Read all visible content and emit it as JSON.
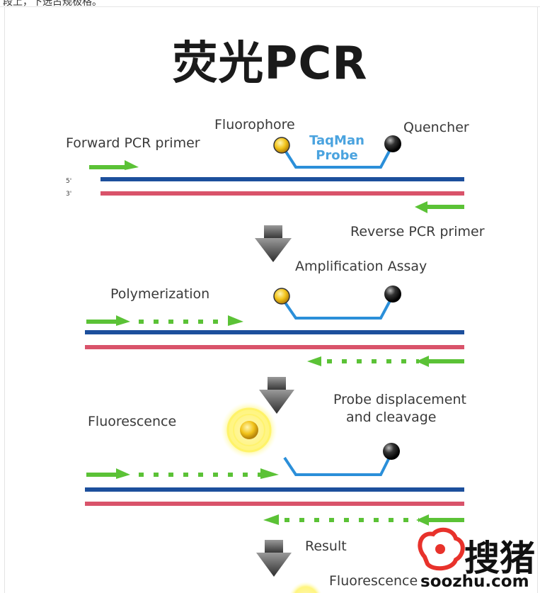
{
  "page": {
    "top_cut_text": "段上，下选占规极格。",
    "title": "荧光PCR"
  },
  "diagram": {
    "stage1": {
      "fluorophore": "Fluorophore",
      "quencher": "Quencher",
      "probe_line1": "TaqMan",
      "probe_line2": "Probe",
      "forward_primer": "Forward PCR primer",
      "reverse_primer": "Reverse PCR primer",
      "strand_5": "5'",
      "strand_3": "3'"
    },
    "stage2": {
      "step": "Amplification Assay",
      "polymerization": "Polymerization"
    },
    "stage3": {
      "step_line1": "Probe displacement",
      "step_line2": "and cleavage",
      "fluorescence": "Fluorescence"
    },
    "stage4": {
      "result": "Result",
      "fluorescence": "Fluorescence"
    }
  },
  "watermark": {
    "cn_text": "搜猪",
    "url": "soozhu.com"
  },
  "colors": {
    "top_strand": "#1c4f9c",
    "bottom_strand": "#d9536a",
    "primer": "#5bc236",
    "probe": "#2b8fd9",
    "fluorophore": "#f2c31a",
    "quencher": "#222222",
    "arrow": "#555555",
    "watermark_red": "#e8322b"
  },
  "icons": [
    "fluorophore-dot",
    "quencher-dot",
    "down-arrow-icon",
    "glow-icon",
    "pig-logo-icon"
  ]
}
